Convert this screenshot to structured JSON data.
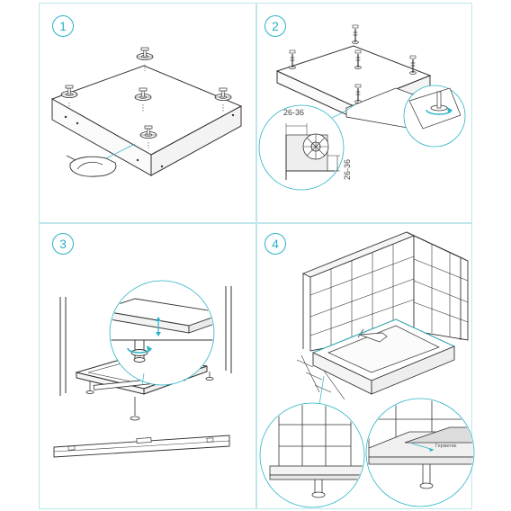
{
  "steps": [
    {
      "number": "1"
    },
    {
      "number": "2"
    },
    {
      "number": "3"
    },
    {
      "number": "4"
    }
  ],
  "dimensions": {
    "horizontal": "26-36",
    "vertical": "26-36"
  },
  "callout_label": "Герметик",
  "colors": {
    "accent": "#2ab3c4",
    "line": "#3a3a3a",
    "panel_border": "#bfe6ea"
  }
}
